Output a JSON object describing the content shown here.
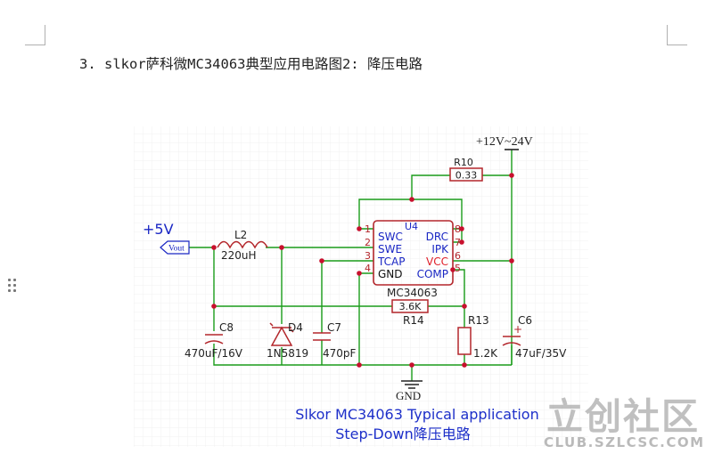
{
  "document": {
    "heading": "3. slkor萨科微MC34063典型应用电路图2: 降压电路"
  },
  "schematic": {
    "supply_label": "+12V~24V",
    "output_voltage_label": "+5V",
    "output_port_label": "Vout",
    "ground_label": "GND",
    "ic": {
      "ref": "U4",
      "part": "MC34063",
      "pins_left": [
        {
          "num": "1",
          "name": "SWC"
        },
        {
          "num": "2",
          "name": "SWE"
        },
        {
          "num": "3",
          "name": "TCAP"
        },
        {
          "num": "4",
          "name": "GND"
        }
      ],
      "pins_right": [
        {
          "num": "8",
          "name": "DRC"
        },
        {
          "num": "7",
          "name": "IPK"
        },
        {
          "num": "6",
          "name": "VCC"
        },
        {
          "num": "5",
          "name": "COMP"
        }
      ]
    },
    "components": {
      "r10": {
        "ref": "R10",
        "value": "0.33"
      },
      "r14": {
        "ref": "R14",
        "value": "3.6K"
      },
      "r13": {
        "ref": "R13",
        "value": "1.2K"
      },
      "l2": {
        "ref": "L2",
        "value": "220uH"
      },
      "c8": {
        "ref": "C8",
        "value": "470uF/16V"
      },
      "d4": {
        "ref": "D4",
        "value": "1N5819"
      },
      "c7": {
        "ref": "C7",
        "value": "470pF"
      },
      "c6": {
        "ref": "C6",
        "value": "47uF/35V",
        "polarity": "+"
      }
    },
    "caption_line1": "Slkor MC34063 Typical application",
    "caption_line2": "Step-Down降压电路"
  },
  "watermark": {
    "brand": "立创社区",
    "site": "CLUB.SZLCSC.COM"
  },
  "colors": {
    "wire": "#1a9c1a",
    "component": "#b3262b",
    "node": "#c8102e",
    "pin_number": "#b3262b",
    "ic_text": "#1a27c4",
    "caption": "#1d2fc9",
    "vcc_text": "#e0202a",
    "ground": "#222222"
  }
}
